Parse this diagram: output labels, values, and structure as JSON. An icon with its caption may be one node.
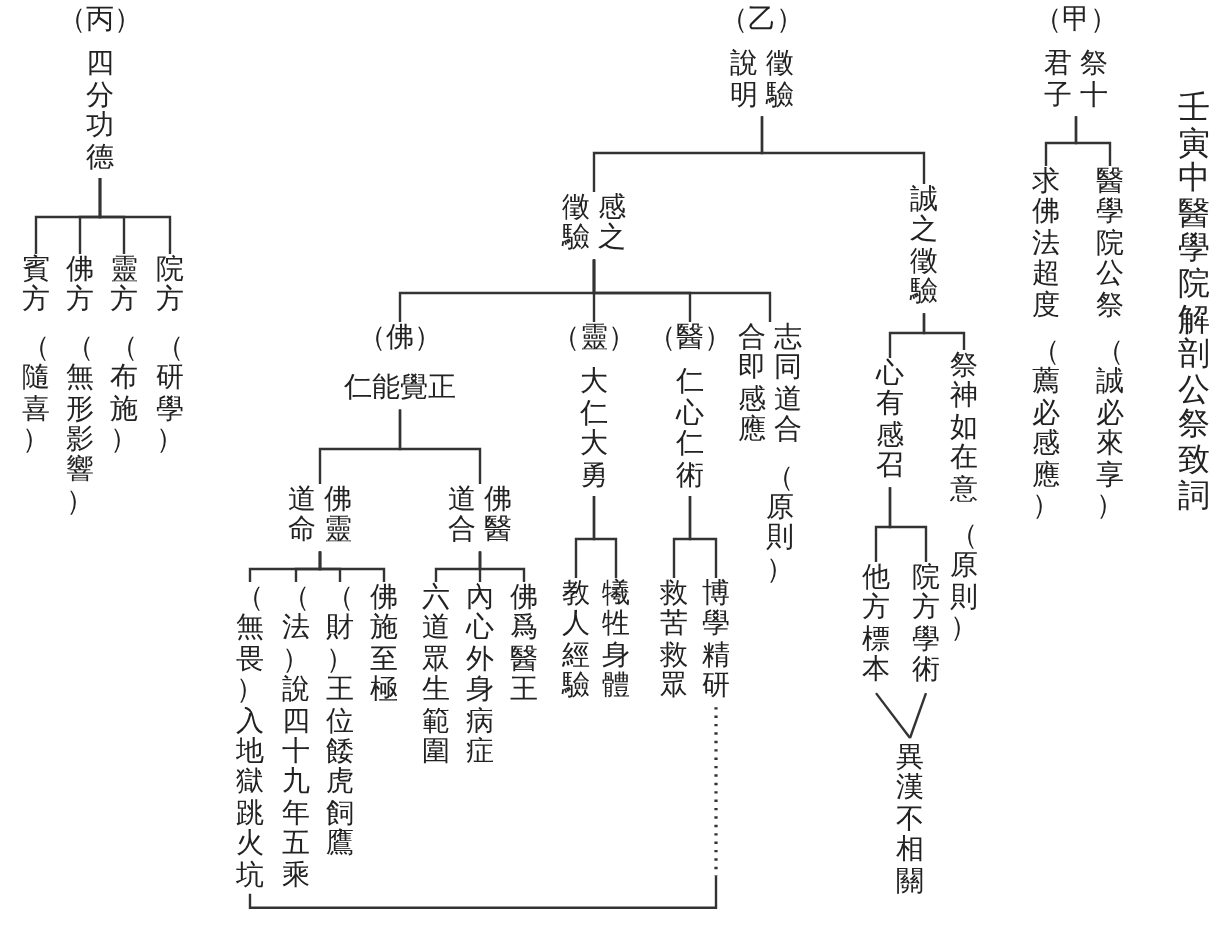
{
  "diagram": {
    "title": "壬寅中醫學院解剖公祭致詞",
    "nodes": [
      {
        "text": [
          "（甲）",
          "君子",
          "祭十"
        ]
      },
      {
        "text": [
          "醫學院公祭",
          "（誠必來享）"
        ]
      },
      {
        "text": [
          "求佛法超度",
          "（薦必感應）"
        ]
      },
      {
        "text": [
          "（乙）",
          "說明",
          "徵驗"
        ]
      },
      {
        "text": [
          "徵驗",
          "感之"
        ]
      },
      {
        "text": [
          "誠之徵驗"
        ]
      },
      {
        "text": [
          "（佛）",
          "仁能覺正"
        ]
      },
      {
        "text": [
          "（靈）",
          "大仁大勇"
        ]
      },
      {
        "text": [
          "（醫）",
          "仁心仁術"
        ]
      },
      {
        "text": [
          "合即感應",
          "志同道合",
          "（原則）"
        ]
      },
      {
        "text": [
          "心有感召"
        ]
      },
      {
        "text": [
          "祭神如在意",
          "（原則）"
        ]
      },
      {
        "text": [
          "道命",
          "佛靈"
        ]
      },
      {
        "text": [
          "道合",
          "佛醫"
        ]
      },
      {
        "text": [
          "佛施至極"
        ]
      },
      {
        "text": [
          "（財）王位餧虎飼鷹"
        ]
      },
      {
        "text": [
          "（法）說四十九年五乘"
        ]
      },
      {
        "text": [
          "（無畏）入地獄跳火坑"
        ]
      },
      {
        "text": [
          "佛爲醫王"
        ]
      },
      {
        "text": [
          "內心外身病症"
        ]
      },
      {
        "text": [
          "六道眾生範圍"
        ]
      },
      {
        "text": [
          "犧牲身體"
        ]
      },
      {
        "text": [
          "教人經驗"
        ]
      },
      {
        "text": [
          "博學精研"
        ]
      },
      {
        "text": [
          "救苦救眾"
        ]
      },
      {
        "text": [
          "院方學術"
        ]
      },
      {
        "text": [
          "他方標本"
        ]
      },
      {
        "text": [
          "異漢不相關"
        ]
      },
      {
        "text": [
          "（丙）",
          "四分功德"
        ]
      },
      {
        "text": [
          "院方",
          "（研學）"
        ]
      },
      {
        "text": [
          "靈方",
          "（布施）"
        ]
      },
      {
        "text": [
          "佛方",
          "（無形影響）"
        ]
      },
      {
        "text": [
          "賓方",
          "（隨喜）"
        ]
      }
    ],
    "edges": [
      {
        "from": 0,
        "to": 1,
        "arrow": "none"
      },
      {
        "from": 0,
        "to": 2,
        "arrow": "none"
      },
      {
        "from": 3,
        "to": 4,
        "arrow": "none"
      },
      {
        "from": 3,
        "to": 5,
        "arrow": "none"
      },
      {
        "from": 4,
        "to": 6,
        "arrow": "none"
      },
      {
        "from": 4,
        "to": 7,
        "arrow": "none"
      },
      {
        "from": 4,
        "to": 8,
        "arrow": "none"
      },
      {
        "from": 4,
        "to": 9,
        "arrow": "none"
      },
      {
        "from": 5,
        "to": 10,
        "arrow": "none"
      },
      {
        "from": 5,
        "to": 11,
        "arrow": "none"
      },
      {
        "from": 6,
        "to": 12,
        "arrow": "none"
      },
      {
        "from": 6,
        "to": 13,
        "arrow": "none"
      },
      {
        "from": 12,
        "to": 14,
        "arrow": "none"
      },
      {
        "from": 12,
        "to": 15,
        "arrow": "none"
      },
      {
        "from": 12,
        "to": 16,
        "arrow": "none"
      },
      {
        "from": 12,
        "to": 17,
        "arrow": "none"
      },
      {
        "from": 13,
        "to": 18,
        "arrow": "none"
      },
      {
        "from": 13,
        "to": 19,
        "arrow": "none"
      },
      {
        "from": 13,
        "to": 20,
        "arrow": "none"
      },
      {
        "from": 7,
        "to": 21,
        "arrow": "none"
      },
      {
        "from": 7,
        "to": 22,
        "arrow": "none"
      },
      {
        "from": 8,
        "to": 23,
        "arrow": "none"
      },
      {
        "from": 8,
        "to": 24,
        "arrow": "none"
      },
      {
        "from": 10,
        "to": 25,
        "arrow": "none"
      },
      {
        "from": 10,
        "to": 26,
        "arrow": "none"
      },
      {
        "from": 25,
        "to": 27,
        "arrow": "none"
      },
      {
        "from": 26,
        "to": 27,
        "arrow": "none"
      },
      {
        "from": 23,
        "to": 17,
        "arrow": "none"
      },
      {
        "from": 28,
        "to": 29,
        "arrow": "none"
      },
      {
        "from": 28,
        "to": 30,
        "arrow": "none"
      },
      {
        "from": 28,
        "to": 31,
        "arrow": "none"
      },
      {
        "from": 28,
        "to": 32,
        "arrow": "none"
      }
    ]
  }
}
